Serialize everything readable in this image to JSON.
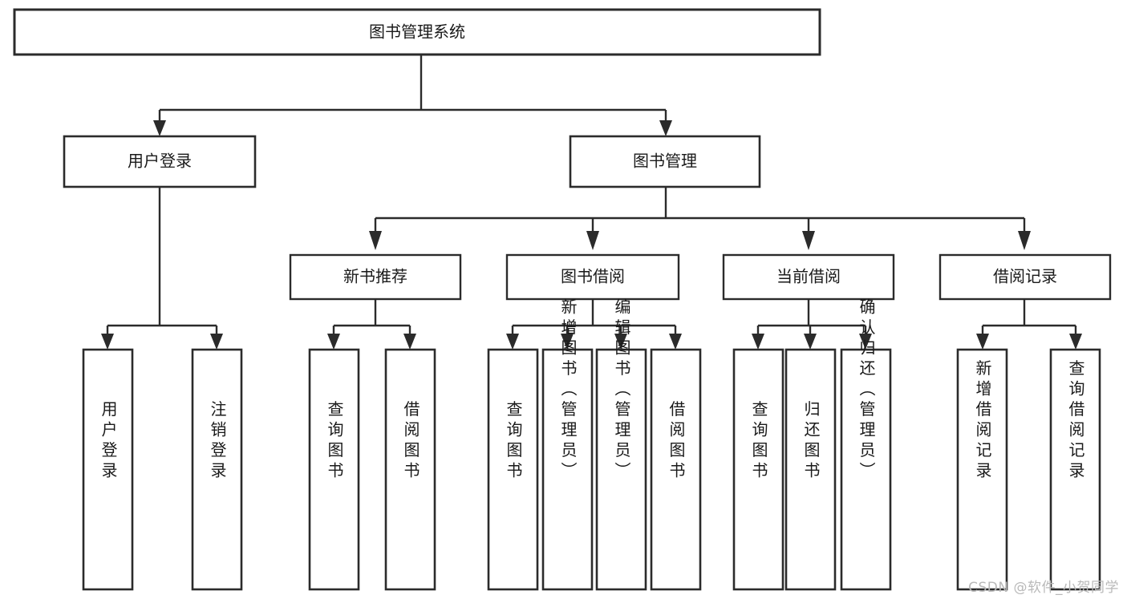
{
  "diagram": {
    "title": "图书管理系统",
    "type": "tree-hierarchy-diagram",
    "stroke_color": "#2b2b2b",
    "fill_color": "#ffffff",
    "background_color": "#ffffff",
    "nodes": {
      "root": {
        "label": "图书管理系统"
      },
      "level2": [
        {
          "label": "用户登录"
        },
        {
          "label": "图书管理"
        }
      ],
      "level3": [
        {
          "label": "新书推荐"
        },
        {
          "label": "图书借阅"
        },
        {
          "label": "当前借阅"
        },
        {
          "label": "借阅记录"
        }
      ],
      "leaves_user_login": [
        {
          "label": "用户登录"
        },
        {
          "label": "注销登录"
        }
      ],
      "leaves_new_books": [
        {
          "label": "查询图书"
        },
        {
          "label": "借阅图书"
        }
      ],
      "leaves_borrow": [
        {
          "label": "查询图书"
        },
        {
          "label": "新增图书（管理员）"
        },
        {
          "label": "编辑图书（管理员）"
        },
        {
          "label": "借阅图书"
        }
      ],
      "leaves_current": [
        {
          "label": "查询图书"
        },
        {
          "label": "归还图书"
        },
        {
          "label": "确认归还（管理员）"
        }
      ],
      "leaves_records": [
        {
          "label": "新增借阅记录"
        },
        {
          "label": "查询借阅记录"
        }
      ]
    }
  },
  "watermark": {
    "text": "CSDN @软件_小贺同学"
  }
}
